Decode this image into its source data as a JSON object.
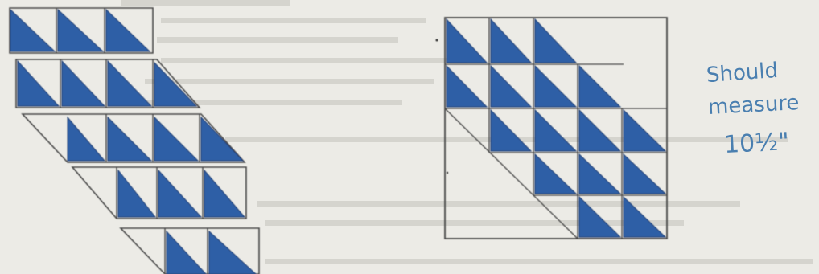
{
  "scene": {
    "paper_color": "#ecebe6",
    "ink_color": "#2f5fa6",
    "pencil_color": "#3a3a3a",
    "faint_text_color": "#b8b6b0"
  },
  "annotation": {
    "line1": "Should",
    "line2": "measure",
    "line3": "10½\"",
    "color": "#4a7fb0"
  }
}
